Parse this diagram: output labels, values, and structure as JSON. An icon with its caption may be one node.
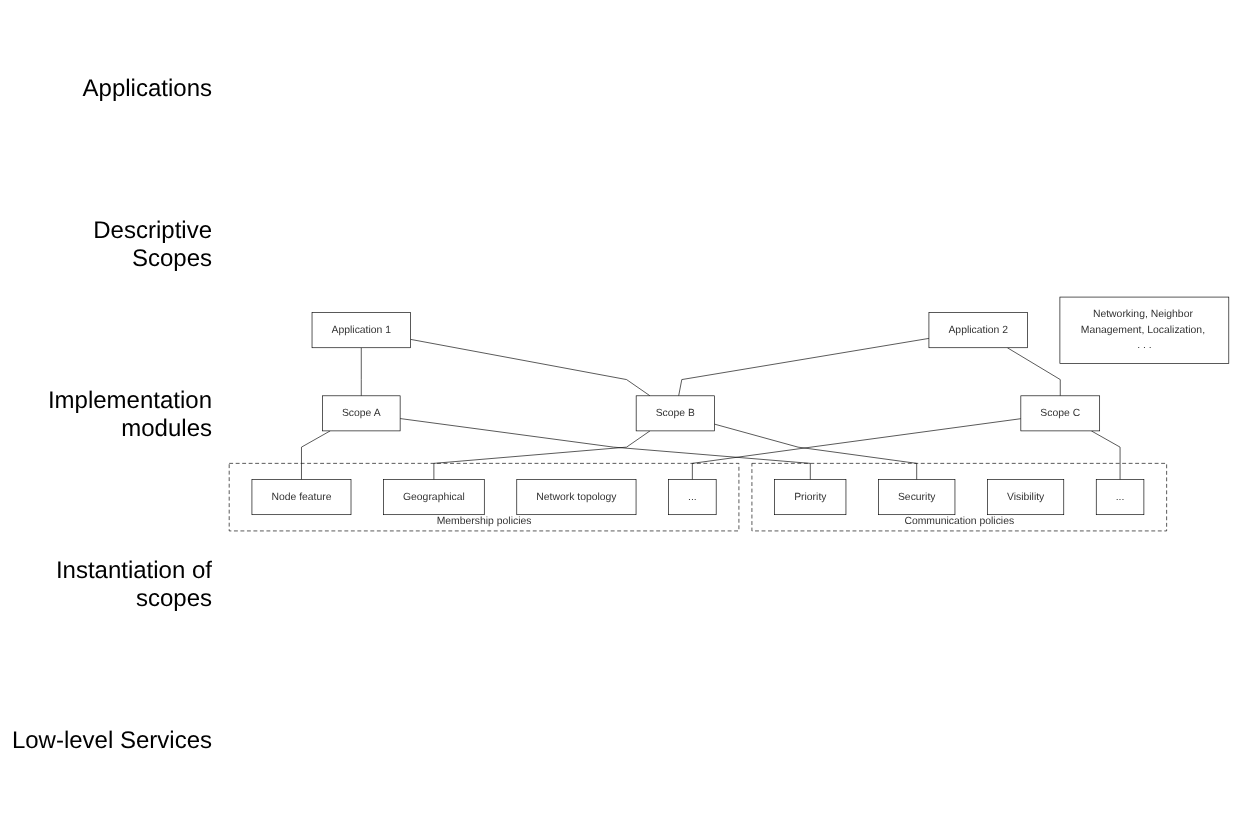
{
  "diagram": {
    "nodes": [
      {
        "text": [
          "Application 1"
        ]
      },
      {
        "text": [
          "Application 2"
        ]
      },
      {
        "text": [
          "Scope A"
        ]
      },
      {
        "text": [
          "Scope B"
        ]
      },
      {
        "text": [
          "Scope C"
        ]
      },
      {
        "text": [
          "Membership policies"
        ]
      },
      {
        "text": [
          "Node feature"
        ],
        "in": 5
      },
      {
        "text": [
          "Geographical"
        ],
        "in": 5
      },
      {
        "text": [
          "Network topology"
        ],
        "in": 5
      },
      {
        "text": [
          "..."
        ],
        "in": 5
      },
      {
        "text": [
          "Communication policies"
        ]
      },
      {
        "text": [
          "Security"
        ],
        "in": 10
      },
      {
        "text": [
          "Priority"
        ],
        "in": 10
      },
      {
        "text": [
          "Visibility"
        ],
        "in": 10
      },
      {
        "text": [
          "..."
        ],
        "in": 10
      },
      {
        "text": [
          "Networking, Neighbor Management, Localization, . . ."
        ]
      }
    ],
    "edges": [
      {
        "from": 0,
        "to": 2,
        "arrow": "none"
      },
      {
        "from": 0,
        "to": 3,
        "arrow": "none"
      },
      {
        "from": 1,
        "to": 3,
        "arrow": "none"
      },
      {
        "from": 1,
        "to": 4,
        "arrow": "none"
      },
      {
        "from": 2,
        "to": 6,
        "arrow": "none"
      },
      {
        "from": 2,
        "to": 12,
        "arrow": "none"
      },
      {
        "from": 3,
        "to": 7,
        "arrow": "none"
      },
      {
        "from": 3,
        "to": 11,
        "arrow": "none"
      },
      {
        "from": 4,
        "to": 9,
        "arrow": "none"
      },
      {
        "from": 4,
        "to": 14,
        "arrow": "none"
      }
    ],
    "labels": [
      "Applications",
      "Descriptive Scopes",
      "Implementation modules",
      "Instantiation of scopes",
      "Low-level Services"
    ]
  }
}
